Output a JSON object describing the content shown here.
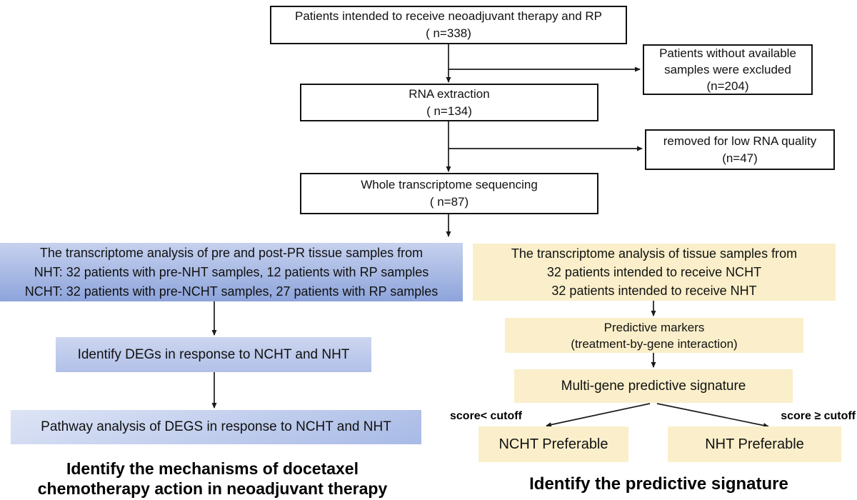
{
  "diagram": {
    "top_flow": {
      "enrollment": {
        "line1": "Patients intended to receive neoadjuvant therapy and RP",
        "line2": "( n=338)"
      },
      "excluded_samples": {
        "line1": "Patients without available",
        "line2": "samples were excluded",
        "line3": "(n=204)"
      },
      "rna_extraction": {
        "line1": "RNA extraction",
        "line2": "( n=134)"
      },
      "removed_quality": {
        "line1": "removed for low RNA quality",
        "line2": "(n=47)"
      },
      "sequencing": {
        "line1": "Whole transcriptome sequencing",
        "line2": "( n=87)"
      }
    },
    "left_branch": {
      "analysis": {
        "line1": "The transcriptome analysis of pre and post-PR tissue samples from",
        "line2": "NHT: 32 patients with pre-NHT samples, 12 patients with RP samples",
        "line3": "NCHT: 32 patients with pre-NCHT samples, 27 patients with RP samples"
      },
      "degs_label": "Identify DEGs in response to NCHT and NHT",
      "pathway_label": "Pathway analysis of DEGS in response to NCHT and NHT",
      "caption": {
        "line1": "Identify the mechanisms of docetaxel",
        "line2": "chemotherapy action in neoadjuvant therapy"
      }
    },
    "right_branch": {
      "analysis": {
        "line1": "The transcriptome analysis of tissue samples from",
        "line2": "32 patients intended to receive NCHT",
        "line3": "32 patients intended to receive NHT"
      },
      "markers": {
        "line1": "Predictive markers",
        "line2": "(treatment-by-gene interaction)"
      },
      "signature_label": "Multi-gene predictive signature",
      "score_low": "score< cutoff",
      "score_high": "score ≥ cutoff",
      "ncht_preferable": "NCHT Preferable",
      "nht_preferable": "NHT Preferable",
      "caption": "Identify the predictive signature"
    },
    "colors": {
      "blue_gradient_top": "#c6d1ee",
      "blue_gradient_bottom": "#8da4db",
      "yellow_box": "#faefca",
      "box_border": "#111111",
      "arrow": "#1a1a1a"
    }
  }
}
